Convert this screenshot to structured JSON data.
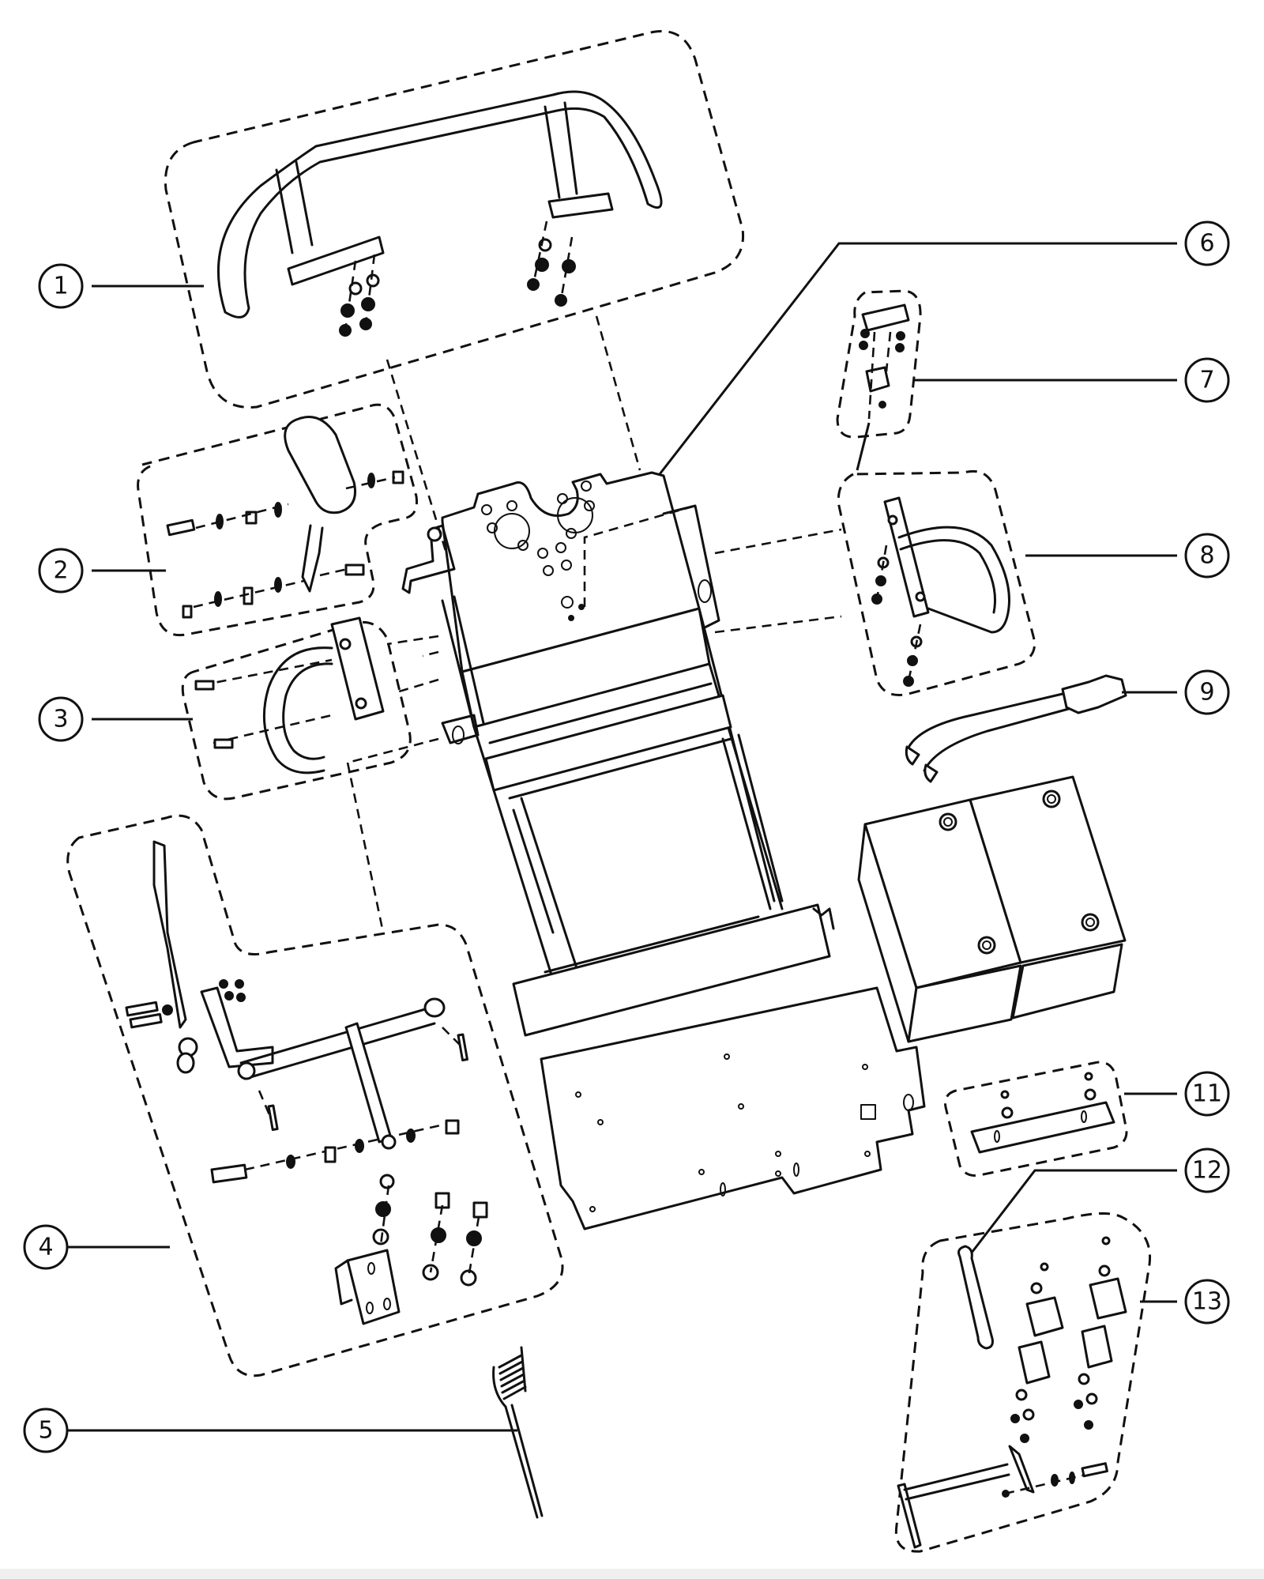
{
  "diagram": {
    "type": "exploded-parts-view",
    "callouts": [
      {
        "id": "1",
        "label": "1",
        "part": "handle-bar-assembly"
      },
      {
        "id": "2",
        "label": "2",
        "part": "pedal-lever-assembly"
      },
      {
        "id": "3",
        "label": "3",
        "part": "side-handle-assembly"
      },
      {
        "id": "4",
        "label": "4",
        "part": "pedal-shaft-assembly"
      },
      {
        "id": "5",
        "label": "5",
        "part": "torsion-spring"
      },
      {
        "id": "6",
        "label": "6",
        "part": "main-frame"
      },
      {
        "id": "7",
        "label": "7",
        "part": "switch-assembly"
      },
      {
        "id": "8",
        "label": "8",
        "part": "grab-handle-assembly"
      },
      {
        "id": "9",
        "label": "9",
        "part": "battery-cable-connector"
      },
      {
        "id": "10",
        "label": "",
        "part": "battery-pack"
      },
      {
        "id": "11",
        "label": "11",
        "part": "battery-hold-down-bracket"
      },
      {
        "id": "12",
        "label": "12",
        "part": "extension-spring"
      },
      {
        "id": "13",
        "label": "13",
        "part": "hinge-and-pin-assembly"
      }
    ]
  }
}
